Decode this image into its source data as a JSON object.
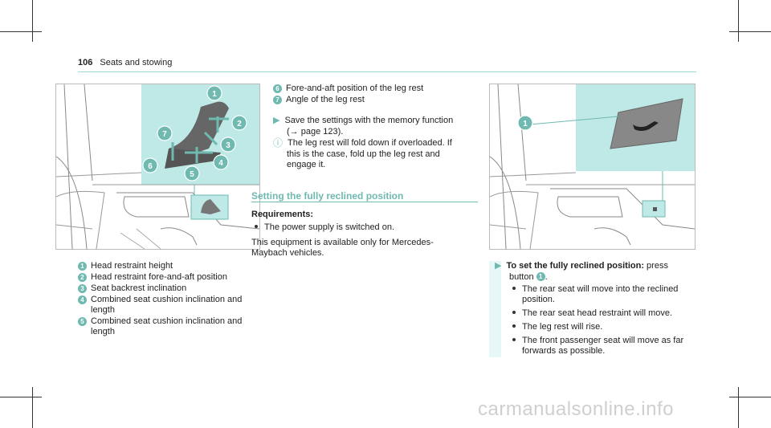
{
  "header": {
    "page_number": "106",
    "section": "Seats and stowing"
  },
  "figure_left": {
    "markers": [
      "1",
      "2",
      "3",
      "4",
      "5",
      "6",
      "7"
    ],
    "captions": [
      {
        "num": "1",
        "text": "Head restraint height"
      },
      {
        "num": "2",
        "text": "Head restraint fore-and-aft position"
      },
      {
        "num": "3",
        "text": "Seat backrest inclination"
      },
      {
        "num": "4",
        "text": "Combined seat cushion inclination and length"
      },
      {
        "num": "5",
        "text": "Combined seat cushion inclination and length"
      }
    ]
  },
  "middle": {
    "captions": [
      {
        "num": "6",
        "text": "Fore-and-aft position of the leg rest"
      },
      {
        "num": "7",
        "text": "Angle of the leg rest"
      }
    ],
    "save_step_line1": "Save the settings with the memory function",
    "save_step_line2": "(→ page 123).",
    "info_line1": "The leg rest will fold down if overloaded. If",
    "info_line2": "this is the case, fold up the leg rest and",
    "info_line3": "engage it.",
    "section_heading": "Setting the fully reclined position",
    "requirements_label": "Requirements:",
    "requirement_1": "The power supply is switched on.",
    "note_line1": "This equipment is available only for Mercedes-",
    "note_line2": "Maybach vehicles."
  },
  "right": {
    "figure_marker": "1",
    "step_bold": "To set the fully reclined position:",
    "step_rest": " press",
    "step_line2": "button",
    "step_line2_marker": "1",
    "step_line2_end": ".",
    "bullets": [
      [
        "The rear seat will move into the reclined",
        "position."
      ],
      [
        "The rear seat head restraint will move."
      ],
      [
        "The leg rest will rise."
      ],
      [
        "The front passenger seat will move as far",
        "forwards as possible."
      ]
    ]
  },
  "colors": {
    "accent": "#6fb9b0",
    "panel": "#bfe9e6"
  },
  "watermark": "carmanualsonline.info"
}
